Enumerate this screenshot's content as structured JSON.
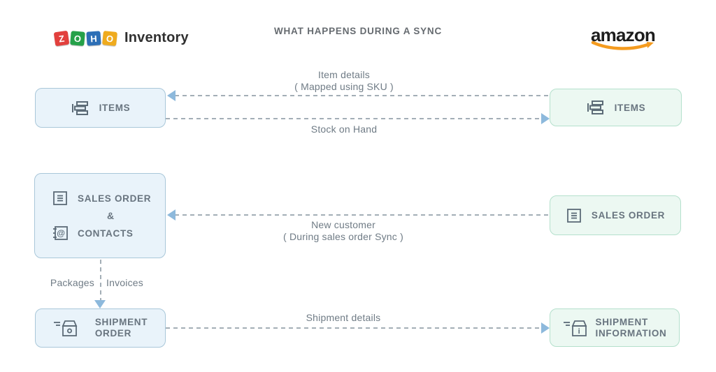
{
  "header": {
    "title": "WHAT HAPPENS DURING A SYNC",
    "zoho": {
      "letters": [
        "Z",
        "O",
        "H",
        "O"
      ],
      "product": "Inventory"
    },
    "amazon": {
      "wordmark": "amazon"
    }
  },
  "boxes": {
    "zoho_items": {
      "label": "ITEMS"
    },
    "zoho_sales_contacts": {
      "line1": "SALES ORDER",
      "amp": "&",
      "line2": "CONTACTS"
    },
    "zoho_shipment": {
      "line1": "SHIPMENT",
      "line2": "ORDER"
    },
    "amazon_items": {
      "label": "ITEMS"
    },
    "amazon_sales": {
      "label": "SALES ORDER"
    },
    "amazon_shipment": {
      "line1": "SHIPMENT",
      "line2": "INFORMATION"
    }
  },
  "flows": {
    "item_details": {
      "line1": "Item details",
      "line2": "( Mapped using SKU )",
      "direction": "to-zoho"
    },
    "stock_on_hand": {
      "label": "Stock on Hand",
      "direction": "to-amazon"
    },
    "new_customer": {
      "line1": "New customer",
      "line2": "( During sales order Sync )",
      "direction": "to-zoho"
    },
    "packages_invoices": {
      "left_label": "Packages",
      "right_label": "Invoices",
      "direction": "down"
    },
    "shipment_details": {
      "label": "Shipment details",
      "direction": "to-amazon"
    }
  },
  "colors": {
    "zoho_box_fill": "#e9f3fa",
    "zoho_box_border": "#a9c7d9",
    "amazon_box_fill": "#ecf8f2",
    "amazon_box_border": "#b4e0cc",
    "arrow_line": "#a3aeb6",
    "arrow_head": "#8db9dc",
    "box_text": "#68747f",
    "label_text": "#6f7b85",
    "zoho_tiles": [
      "#e2403d",
      "#25a149",
      "#2d6fb6",
      "#efab1e"
    ],
    "amazon_swoosh": "#f49b1f"
  }
}
